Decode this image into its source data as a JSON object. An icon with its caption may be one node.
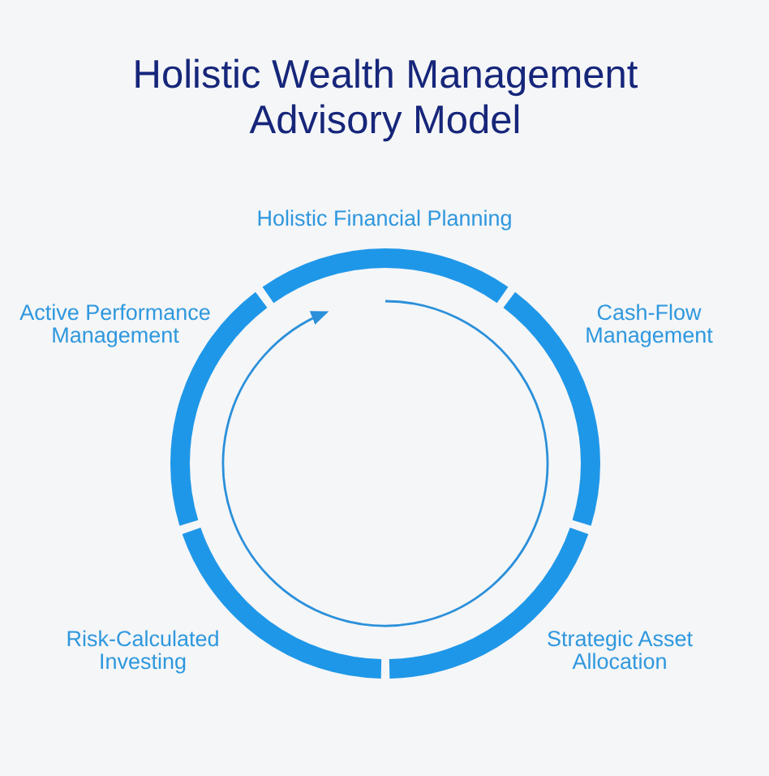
{
  "diagram": {
    "title": "Holistic Wealth Management Advisory Model",
    "nodes": [
      {
        "text": [
          "Holistic Financial Planning"
        ]
      },
      {
        "text": [
          "Cash-Flow Management"
        ]
      },
      {
        "text": [
          "Strategic Asset Allocation"
        ]
      },
      {
        "text": [
          "Risk-Calculated Investing"
        ]
      },
      {
        "text": [
          "Active Performance Management"
        ]
      }
    ]
  }
}
